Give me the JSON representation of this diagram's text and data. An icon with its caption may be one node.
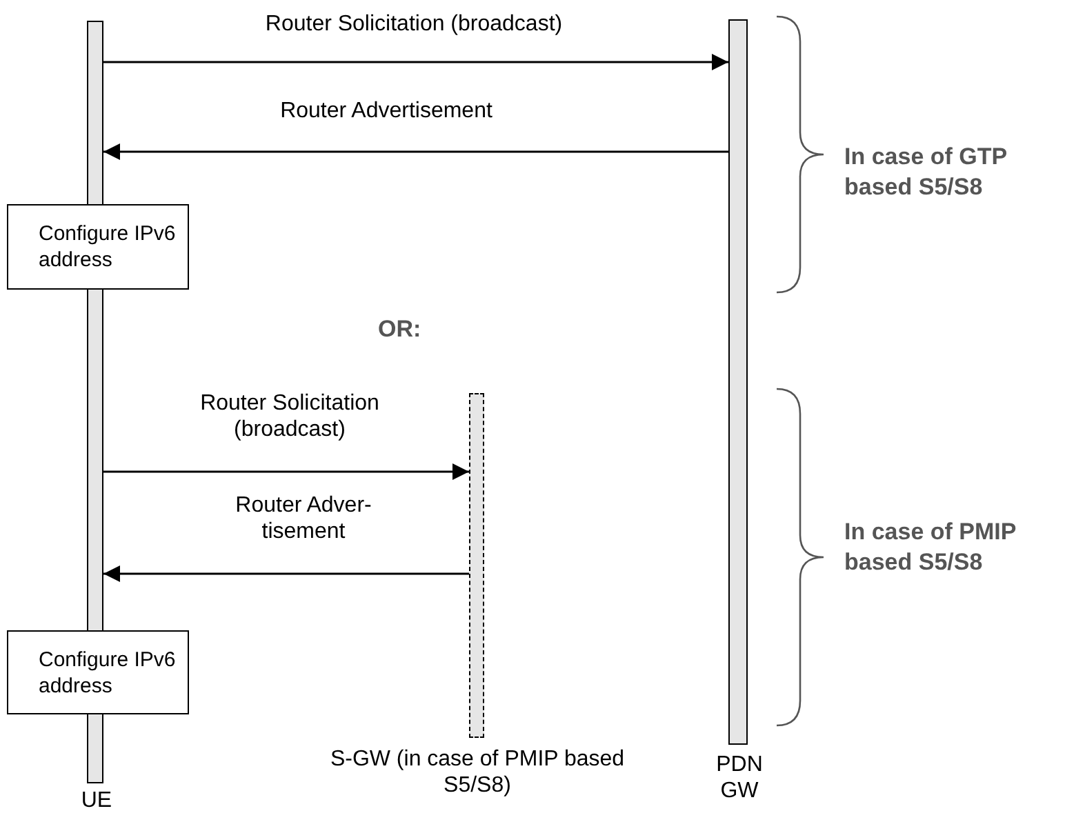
{
  "diagram": {
    "nodes": [
      {
        "text": [
          "UE"
        ]
      },
      {
        "text": [
          "S-GW (in case of PMIP based S5/S8)"
        ]
      },
      {
        "text": [
          "PDN GW"
        ]
      },
      {
        "text": [
          "Configure IPv6 address"
        ]
      },
      {
        "text": [
          "Configure IPv6 address"
        ]
      }
    ],
    "edges": [
      {
        "from": 0,
        "to": 2,
        "arrow": "to",
        "label": "Router Solicitation (broadcast)"
      },
      {
        "from": 2,
        "to": 0,
        "arrow": "to",
        "label": "Router Advertisement"
      },
      {
        "from": 0,
        "to": 1,
        "arrow": "to",
        "label": "Router Solicitation (broadcast)"
      },
      {
        "from": 1,
        "to": 0,
        "arrow": "to",
        "label": "Router Adver- tisement"
      }
    ],
    "labels": [
      "OR:",
      "In case of GTP based S5/S8",
      "In case of PMIP based S5/S8"
    ]
  }
}
